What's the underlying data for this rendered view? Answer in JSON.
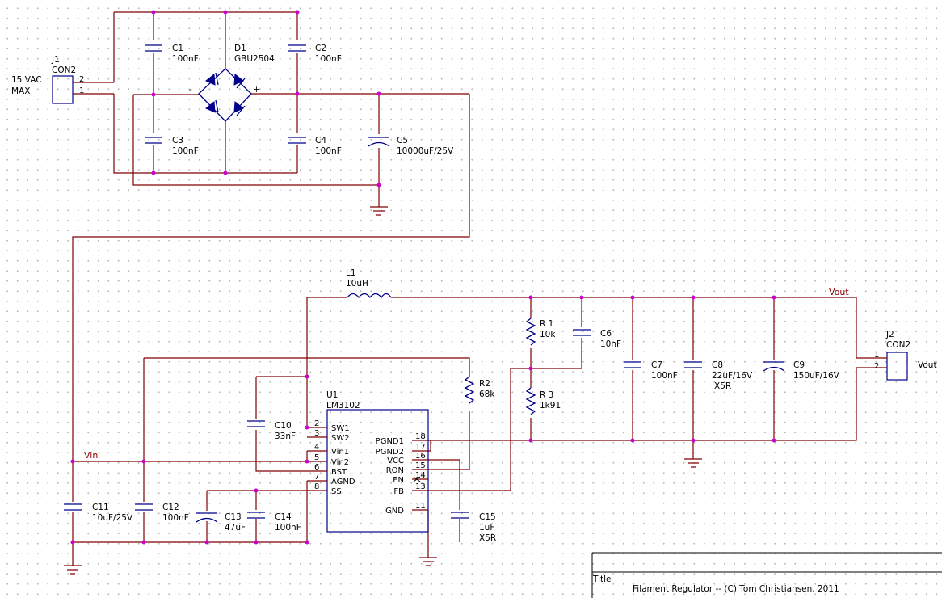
{
  "title_block": {
    "label": "Title",
    "title": "Filament Regulator -- (C) Tom Christiansen, 2011"
  },
  "nets": {
    "vin": "Vin",
    "vout": "Vout",
    "vout_conn": "Vout",
    "ac_in": "15 VAC",
    "ac_in2": "MAX"
  },
  "components": {
    "j1": {
      "ref": "J1",
      "value": "CON2",
      "pins": [
        "2",
        "1"
      ]
    },
    "j2": {
      "ref": "J2",
      "value": "CON2",
      "pins": [
        "1",
        "2"
      ]
    },
    "d1": {
      "ref": "D1",
      "value": "GBU2504",
      "minus": "-",
      "plus": "+"
    },
    "c1": {
      "ref": "C1",
      "value": "100nF"
    },
    "c2": {
      "ref": "C2",
      "value": "100nF"
    },
    "c3": {
      "ref": "C3",
      "value": "100nF"
    },
    "c4": {
      "ref": "C4",
      "value": "100nF"
    },
    "c5": {
      "ref": "C5",
      "value": "10000uF/25V"
    },
    "l1": {
      "ref": "L1",
      "value": "10uH"
    },
    "r1": {
      "ref": "R 1",
      "value": "10k"
    },
    "r2": {
      "ref": "R2",
      "value": "68k"
    },
    "r3": {
      "ref": "R 3",
      "value": "1k91"
    },
    "c6": {
      "ref": "C6",
      "value": "10nF"
    },
    "c7": {
      "ref": "C7",
      "value": "100nF"
    },
    "c8": {
      "ref": "C8",
      "value": "22uF/16V",
      "note": "X5R"
    },
    "c9": {
      "ref": "C9",
      "value": "150uF/16V"
    },
    "c10": {
      "ref": "C10",
      "value": "33nF"
    },
    "c11": {
      "ref": "C11",
      "value": "10uF/25V"
    },
    "c12": {
      "ref": "C12",
      "value": "100nF"
    },
    "c13": {
      "ref": "C13",
      "value": "47uF"
    },
    "c14": {
      "ref": "C14",
      "value": "100nF"
    },
    "c15": {
      "ref": "C15",
      "value": "1uF",
      "note": "X5R"
    },
    "u1": {
      "ref": "U1",
      "value": "LM3102",
      "left_pins": [
        {
          "num": "2",
          "name": "SW1"
        },
        {
          "num": "3",
          "name": "SW2"
        },
        {
          "num": "4",
          "name": "Vin1"
        },
        {
          "num": "5",
          "name": "Vin2"
        },
        {
          "num": "6",
          "name": "BST"
        },
        {
          "num": "7",
          "name": "AGND"
        },
        {
          "num": "8",
          "name": "SS"
        }
      ],
      "right_pins": [
        {
          "num": "18",
          "name": "PGND1"
        },
        {
          "num": "17",
          "name": "PGND2"
        },
        {
          "num": "16",
          "name": "VCC"
        },
        {
          "num": "15",
          "name": "RON"
        },
        {
          "num": "14",
          "name": "EN"
        },
        {
          "num": "13",
          "name": "FB"
        },
        {
          "num": "11",
          "name": "GND"
        }
      ]
    }
  }
}
